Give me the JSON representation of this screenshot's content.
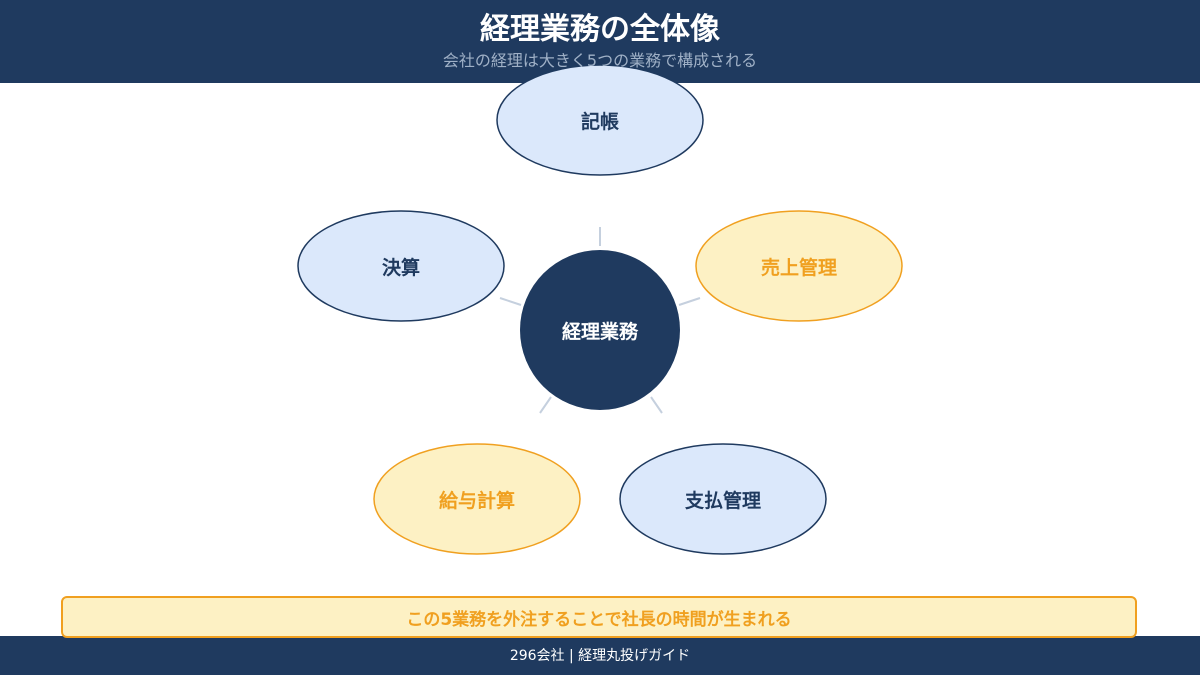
{
  "header": {
    "title": "経理業務の全体像",
    "subtitle": "会社の経理は大きく5つの業務で構成される"
  },
  "diagram": {
    "center": {
      "label": "経理業務",
      "color": "#1f3a5f"
    },
    "nodes": [
      {
        "label": "記帳",
        "style": "blue"
      },
      {
        "label": "売上管理",
        "style": "yellow"
      },
      {
        "label": "支払管理",
        "style": "blue"
      },
      {
        "label": "給与計算",
        "style": "yellow"
      },
      {
        "label": "決算",
        "style": "blue"
      }
    ]
  },
  "callout": {
    "text": "この5業務を外注することで社長の時間が生まれる"
  },
  "footer": {
    "text": "296会社 | 経理丸投げガイド"
  },
  "colors": {
    "navy": "#1f3a5f",
    "blue_fill": "#dbe8fb",
    "yellow_fill": "#fdf1c4",
    "orange": "#f0a020",
    "connector": "#c5d0de"
  }
}
